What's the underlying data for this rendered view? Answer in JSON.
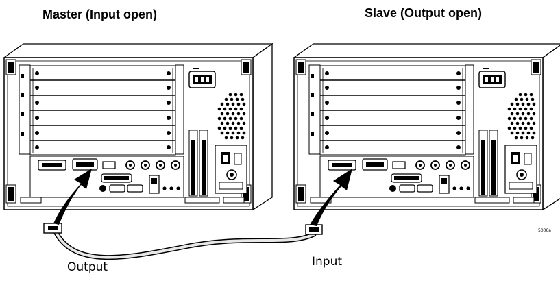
{
  "master": {
    "title": "Master (Input open)"
  },
  "slave": {
    "title": "Slave (Output open)"
  },
  "cable": {
    "output_label": "Output",
    "input_label": "Input"
  },
  "figure_code": "5000a",
  "colors": {
    "line": "#000000",
    "background": "#ffffff",
    "cable_fill": "#e8e8e8"
  }
}
